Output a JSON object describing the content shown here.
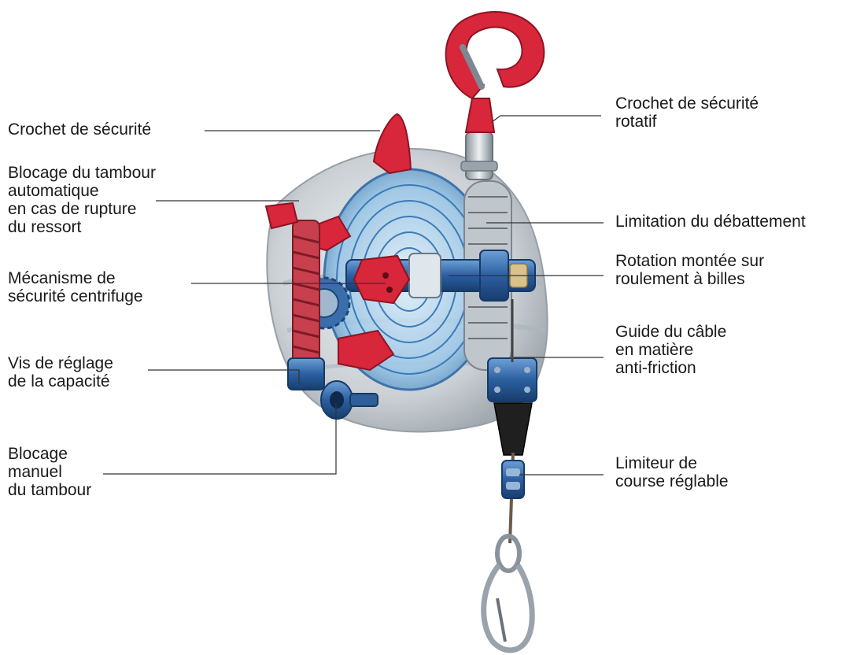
{
  "diagram": {
    "labels": {
      "crochet_securite": [
        "Crochet de sécurité"
      ],
      "blocage_tambour_auto": [
        "Blocage du tambour",
        "automatique",
        "en cas de rupture",
        "du ressort"
      ],
      "mecanisme_centrifuge": [
        "Mécanisme de",
        "sécurité centrifuge"
      ],
      "vis_reglage": [
        "Vis de réglage",
        "de la capacité"
      ],
      "blocage_manuel": [
        "Blocage",
        "manuel",
        "du tambour"
      ],
      "crochet_rotatif": [
        "Crochet de sécurité",
        "rotatif"
      ],
      "limitation_debattement": [
        "Limitation du débattement"
      ],
      "rotation_roulement": [
        "Rotation montée sur",
        "roulement à billes"
      ],
      "guide_cable": [
        "Guide du câble",
        "en matière",
        "anti-friction"
      ],
      "limiteur_course": [
        "Limiteur de",
        "course réglable"
      ]
    },
    "colors": {
      "hook_red": "#d8263a",
      "steel_blue": "#2c5fa0",
      "glass_blue": "#7fb3d6",
      "housing_gray": "#c9ced3",
      "spring_red": "#c8404d",
      "leader_line": "#333333"
    }
  }
}
